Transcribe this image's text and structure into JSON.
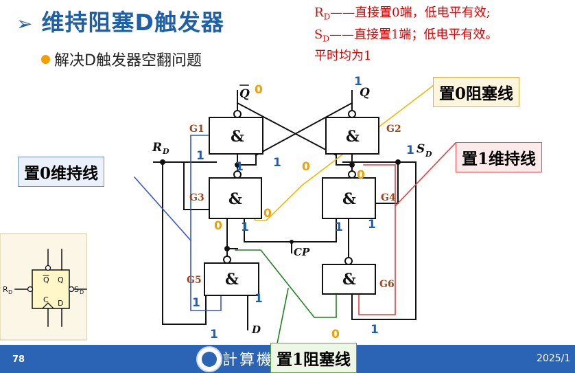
{
  "title": "维持阻塞D触发器",
  "bullet": "解决D触发器空翻问题",
  "notes": {
    "rd_label": "R",
    "rd_sub": "D",
    "rd_text": "——直接置0端，低电平有效;",
    "sd_label": "S",
    "sd_sub": "D",
    "sd_text": "——直接置1端；低电平有效。",
    "normal": "平时均为1"
  },
  "callouts": {
    "block0": "置0阻塞线",
    "keep0": "置0维持线",
    "keep1": "置1维持线",
    "block1": "置1阻塞线"
  },
  "gates": {
    "symbol": "&",
    "g1": "G1",
    "g2": "G2",
    "g3": "G3",
    "g4": "G4",
    "g5": "G5",
    "g6": "G6"
  },
  "signals": {
    "q": "Q",
    "qbar": "Q",
    "rd": "R",
    "rd_sub": "D",
    "sd": "S",
    "sd_sub": "D",
    "cp": "CP",
    "d": "D"
  },
  "values": {
    "qbar_val": "0",
    "q_val": "1",
    "g1_rd_in": "1",
    "g1_fb_in": "1",
    "g1_out_g3": "1",
    "sd_val": "1",
    "cross_g2": "0",
    "g2_g4": "0",
    "g3_out_yellow": "0",
    "g3_left": "0",
    "g3_d_in": "1",
    "g4_in_a": "1",
    "g4_in_b": "1",
    "g5_in": "1",
    "g5_d": "1",
    "g5_bottom": "1",
    "g6_in": "0",
    "g6_bottom": "1"
  },
  "symbol_box": {
    "qbar": "Q",
    "q": "Q",
    "c": "C",
    "d": "D",
    "rd": "R",
    "rd_sub": "D",
    "sd": "S",
    "sd_sub": "D"
  },
  "footer": {
    "page": "78",
    "college": "計算機學院",
    "date": "2025/1"
  },
  "colors": {
    "title": "#1f5fa8",
    "note": "#e60000",
    "wire_blue": "#3355cc",
    "wire_red": "#e04040",
    "wire_yellow": "#f0b800",
    "wire_green": "#208020",
    "value_blue": "#1a5fb4",
    "value_orange": "#f0a000",
    "footer": "#2c64b5"
  }
}
